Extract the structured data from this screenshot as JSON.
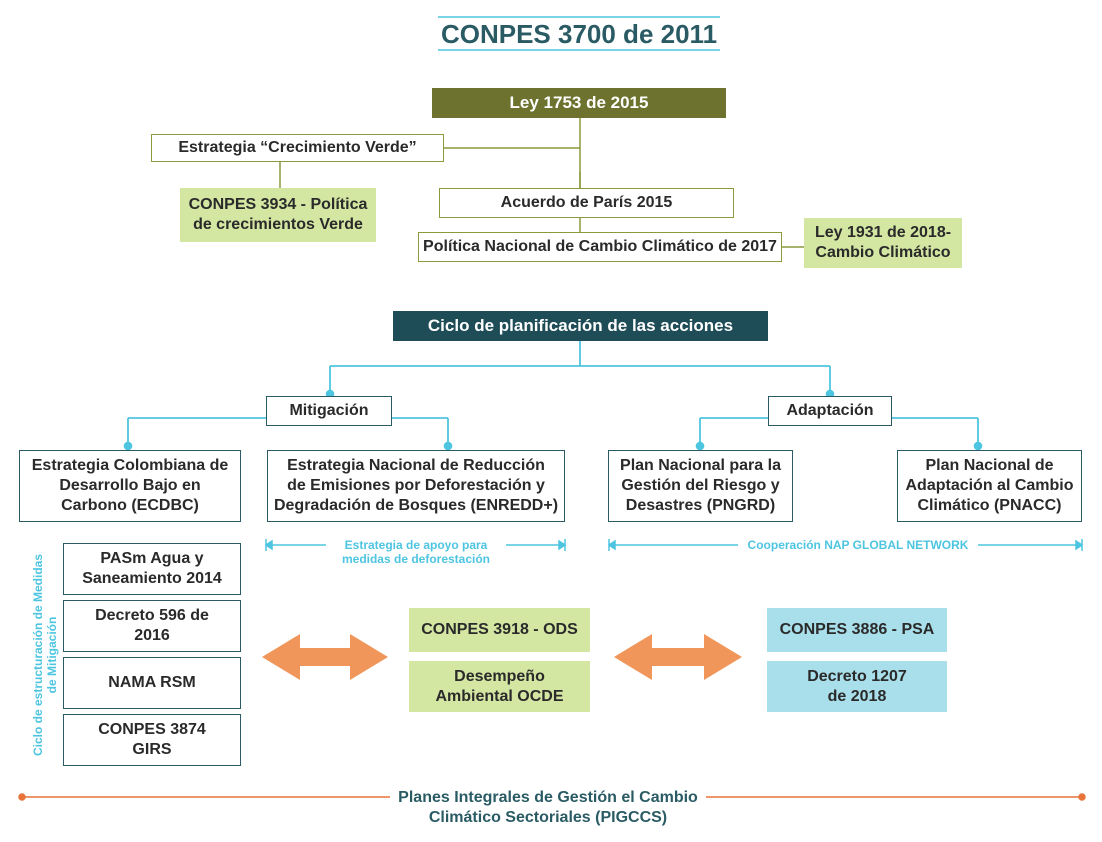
{
  "title": "CONPES 3700 de 2011",
  "nodes": {
    "ley1753": "Ley 1753 de 2015",
    "crecimiento_verde": "Estrategia “Crecimiento Verde”",
    "conpes3934": "CONPES 3934 - Política\nde crecimientos Verde",
    "acuerdo_paris": "Acuerdo de París 2015",
    "politica_nacional": "Política Nacional de Cambio Climático de 2017",
    "ley1931": "Ley 1931 de 2018-\nCambio Climático",
    "ciclo": "Ciclo de planificación de las acciones",
    "mitigacion": "Mitigación",
    "adaptacion": "Adaptación",
    "ecdbc": "Estrategia Colombiana de\nDesarrollo Bajo en\nCarbono (ECDBC)",
    "enredd": "Estrategia Nacional de Reducción\nde Emisiones por Deforestación y\nDegradación de Bosques (ENREDD+)",
    "pngrd": "Plan Nacional para la\nGestión del Riesgo y\nDesastres (PNGRD)",
    "pnacc": "Plan Nacional de\nAdaptación al Cambio\nClimático (PNACC)",
    "pasm": "PASm Agua y\nSaneamiento 2014",
    "decreto596": "Decreto 596 de\n2016",
    "nama": "NAMA RSM",
    "conpes3874": "CONPES 3874\nGIRS",
    "conpes3918": "CONPES 3918 - ODS",
    "desempeno": "Desempeño\nAmbiental OCDE",
    "conpes3886": "CONPES 3886 - PSA",
    "decreto1207": "Decreto 1207\nde 2018"
  },
  "labels": {
    "estrategia_apoyo": "Estrategia de apoyo para\nmedidas de deforestación",
    "cooperacion": "Cooperación NAP GLOBAL NETWORK",
    "ciclo_medidas": "Ciclo de  estructuración de Medidas\nde Mitigación",
    "pigccs": "Planes Integrales de Gestión el Cambio\nClimático Sectoriales (PIGCCS)"
  },
  "colors": {
    "olive_dark": "#6d732e",
    "olive_line": "#8a9a3c",
    "teal_dark": "#1e4d57",
    "cyan": "#4ec5e0",
    "light_green": "#d3e6a2",
    "light_blue": "#a9dfeb",
    "orange": "#f0965a",
    "orange_line": "#e8743a"
  }
}
